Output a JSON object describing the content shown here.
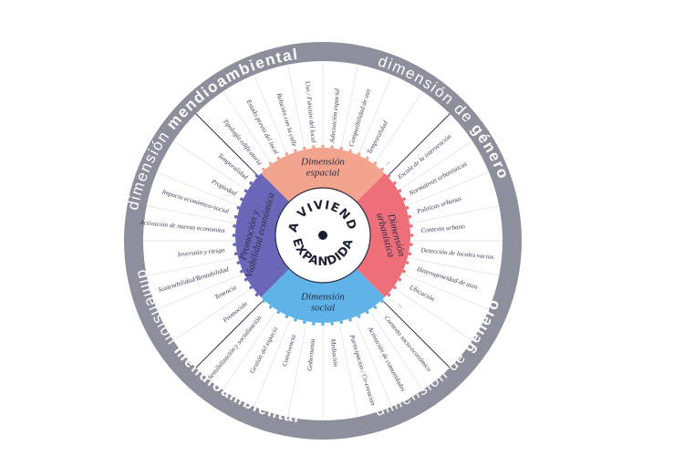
{
  "colors": {
    "outer_ring": "#8e8f9c",
    "ring_text": "#ffffff",
    "spokes": "#d6d8df",
    "wheel_border": "#2a2d44",
    "center_dot": "#1a1d33"
  },
  "outer_ring": {
    "texts": [
      {
        "light": "dimensión",
        "bold": "mendioambiental"
      },
      {
        "light": "dimensión de",
        "bold": "género"
      },
      {
        "light": "dimensión",
        "bold": "mendioambiental"
      },
      {
        "light": "dimensión de",
        "bold": "género"
      }
    ]
  },
  "center": {
    "title_top": "LA VIVIENDA",
    "title_bottom": "EXPANDIDA"
  },
  "quadrants": [
    {
      "label": [
        "Dimensión",
        "espacial"
      ],
      "color": "#f2a48f"
    },
    {
      "label": [
        "Dimensión",
        "urbanística"
      ],
      "color": "#ee6f7a"
    },
    {
      "label": [
        "Dimensión",
        "social"
      ],
      "color": "#5fb3e6"
    },
    {
      "label": [
        "Promoción y",
        "Viabilidad económica"
      ],
      "color": "#6b67b8"
    }
  ],
  "items": {
    "espacial": [
      "Tipología edificatoria",
      "Estado previo del local",
      "Relación con la calle",
      "Uso / Función del local",
      "Adecuación espacial",
      "Compatibilidad de uso",
      "Temporalidad",
      "..."
    ],
    "urbanistica": [
      "Escala de la intervención",
      "Normativas urbanísticas",
      "Políticas urbanas",
      "Contexto urbano",
      "Detección de locales vacíos",
      "Heterogeneidad de usos",
      "Ubicación",
      "..."
    ],
    "social": [
      "Contexto socio-económico",
      "Activación de comunidades",
      "Participación / Co-creación",
      "Mediación",
      "Gobernanza",
      "Convivencia",
      "Gestión del espacio",
      "Sensibilización y socialización"
    ],
    "economica": [
      "Promoción",
      "Tenencia",
      "Sostenibilidad/Rentabilidad",
      "Inversión y riesgo",
      "Activación de nuevas economías",
      "Impacto económico-social",
      "Propiedad",
      "Temporalidad"
    ]
  }
}
